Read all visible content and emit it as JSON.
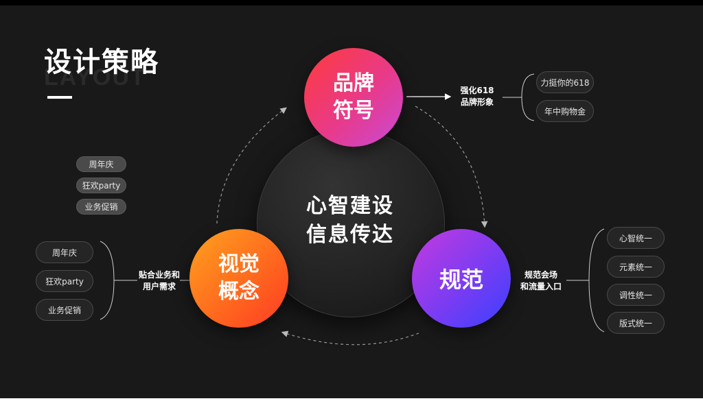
{
  "title": "设计策略",
  "watermark": "LAYOUT",
  "center": {
    "line1": "心智建设",
    "line2": "信息传达"
  },
  "nodes": {
    "brand": {
      "line1": "品牌",
      "line2": "符号"
    },
    "visual": {
      "line1": "视觉",
      "line2": "概念"
    },
    "spec": {
      "label": "规范"
    }
  },
  "brand_caption": {
    "line1": "强化618",
    "line2": "品牌形象"
  },
  "brand_tags": [
    "力挺你的618",
    "年中购物金"
  ],
  "visual_caption": {
    "line1": "贴合业务和",
    "line2": "用户需求"
  },
  "visual_tags": [
    "周年庆",
    "狂欢party",
    "业务促销"
  ],
  "floating_tags": [
    "周年庆",
    "狂欢party",
    "业务促销"
  ],
  "spec_caption": {
    "line1": "规范会场",
    "line2": "和流量入口"
  },
  "spec_tags": [
    "心智统一",
    "元素统一",
    "调性统一",
    "版式统一"
  ],
  "colors": {
    "background": "#191919",
    "brand_gradient": [
      "#ff3a3a",
      "#c84ad8"
    ],
    "visual_gradient": [
      "#ffa21e",
      "#ff3a24"
    ],
    "spec_gradient": [
      "#c43ae0",
      "#3a40ff"
    ]
  },
  "icons": [
    "arrow-right-icon",
    "dashed-cycle-arrow-icon"
  ]
}
